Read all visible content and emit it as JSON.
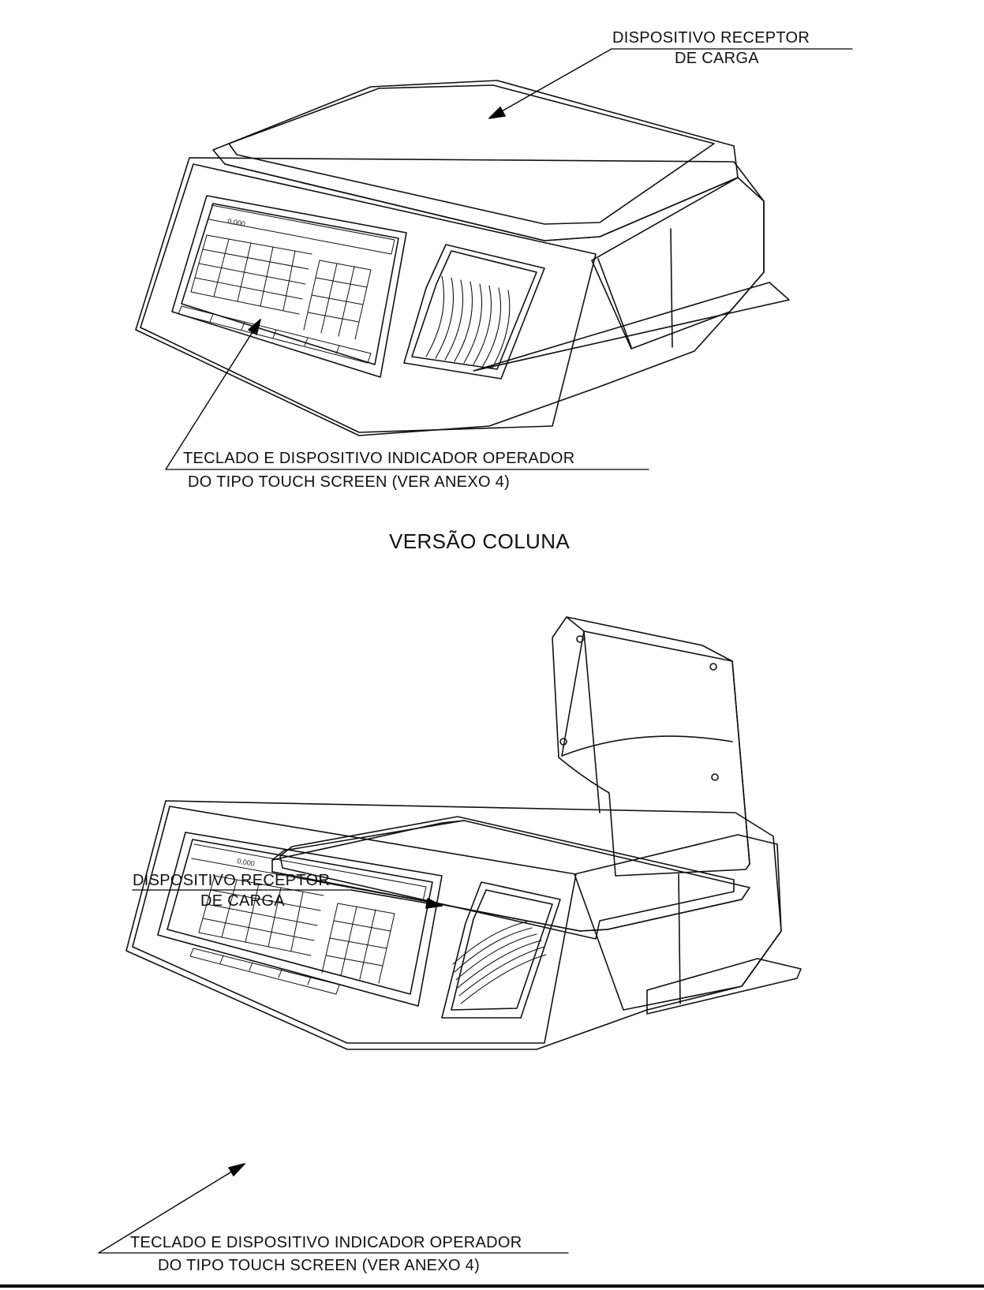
{
  "top_figure": {
    "load_receiver_label": {
      "line1": "DISPOSITIVO RECEPTOR",
      "line2": "DE CARGA"
    },
    "touch_screen_label": {
      "line1": "TECLADO E DISPOSITIVO INDICADOR OPERADOR",
      "line2": "DO TIPO TOUCH SCREEN (VER ANEXO 4)"
    },
    "screen_weight_readout": "0,000"
  },
  "section_title": "VERSÃO COLUNA",
  "bottom_figure": {
    "load_receiver_label": {
      "line1": "DISPOSITIVO RECEPTOR",
      "line2": "DE CARGA"
    },
    "touch_screen_label": {
      "line1": "TECLADO E DISPOSITIVO INDICADOR OPERADOR",
      "line2": "DO TIPO TOUCH SCREEN (VER ANEXO 4)"
    },
    "screen_weight_readout": "0,000"
  },
  "colors": {
    "ink": "#111111",
    "paper": "#ffffff",
    "rule": "#000000"
  }
}
